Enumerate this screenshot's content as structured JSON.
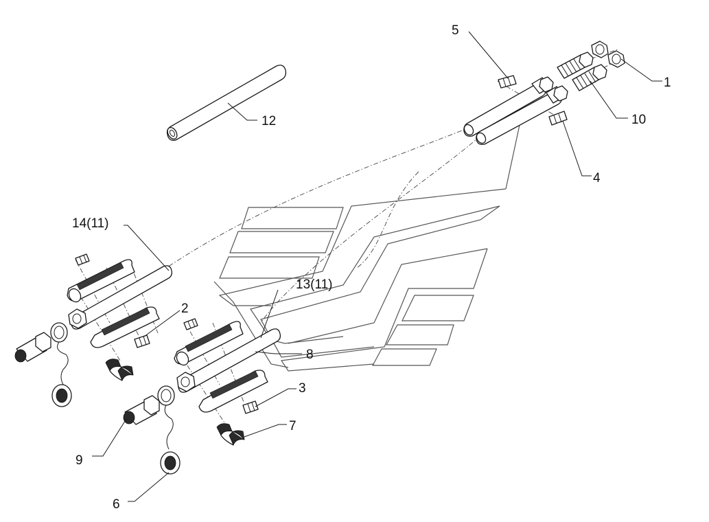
{
  "diagram": {
    "callouts": [
      {
        "id": "c1",
        "label": "1"
      },
      {
        "id": "c2",
        "label": "2"
      },
      {
        "id": "c3",
        "label": "3"
      },
      {
        "id": "c4",
        "label": "4"
      },
      {
        "id": "c5",
        "label": "5"
      },
      {
        "id": "c6",
        "label": "6"
      },
      {
        "id": "c7",
        "label": "7"
      },
      {
        "id": "c8",
        "label": "8"
      },
      {
        "id": "c9",
        "label": "9"
      },
      {
        "id": "c10",
        "label": "10"
      },
      {
        "id": "c12",
        "label": "12"
      },
      {
        "id": "c13",
        "label": "13(11)"
      },
      {
        "id": "c14",
        "label": "14(11)"
      }
    ],
    "parts": [
      {
        "name": "nut",
        "icon": "hex-nut-icon"
      },
      {
        "name": "threaded-adapter",
        "icon": "threaded-fitting-icon"
      },
      {
        "name": "long-hose",
        "icon": "hose-icon"
      },
      {
        "name": "hose-guard",
        "icon": "spiral-guard-icon"
      },
      {
        "name": "clip",
        "icon": "clip-icon"
      },
      {
        "name": "clamp",
        "icon": "clamp-icon"
      },
      {
        "name": "quick-coupler",
        "icon": "coupler-icon"
      },
      {
        "name": "dust-cap",
        "icon": "dust-cap-icon"
      },
      {
        "name": "pipe",
        "icon": "pipe-icon"
      },
      {
        "name": "tractor-outline",
        "icon": "tractor-silhouette-icon"
      }
    ]
  }
}
